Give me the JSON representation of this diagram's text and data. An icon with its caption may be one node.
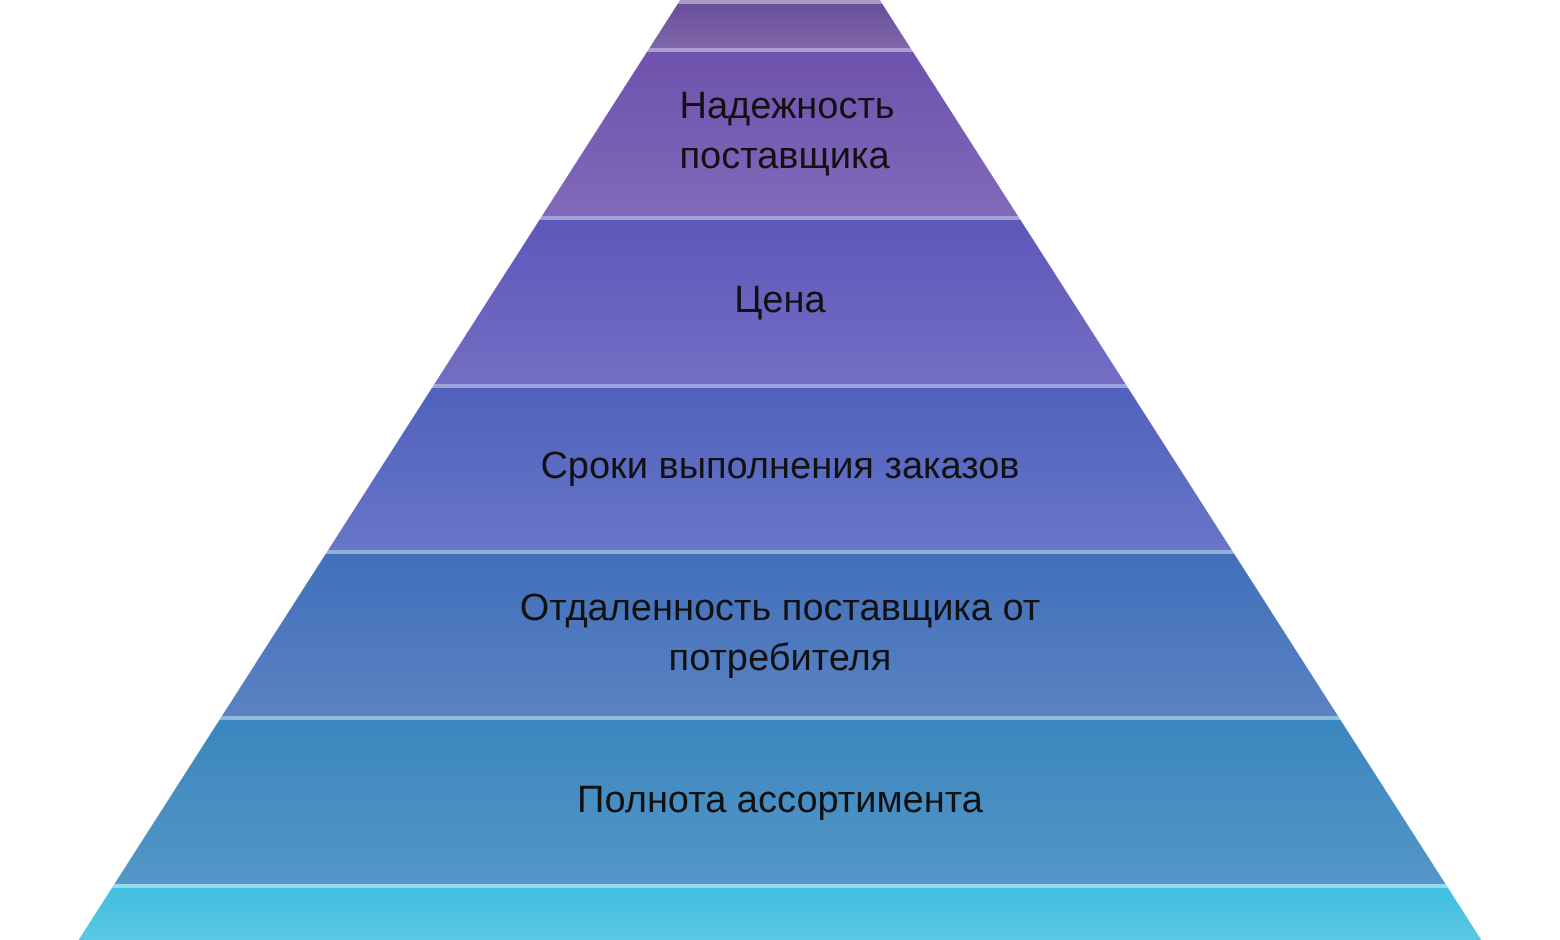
{
  "diagram": {
    "nodes": [
      {
        "text": [],
        "shape": "box"
      },
      {
        "text": [
          "Надежность поставщика"
        ]
      },
      {
        "text": [
          "Цена"
        ]
      },
      {
        "text": [
          "Сроки выполнения заказов"
        ]
      },
      {
        "text": [
          "Отдаленность поставщика от потребителя"
        ]
      },
      {
        "text": [
          "Полнота ассортимента"
        ]
      },
      {
        "text": [],
        "shape": "box"
      }
    ]
  }
}
